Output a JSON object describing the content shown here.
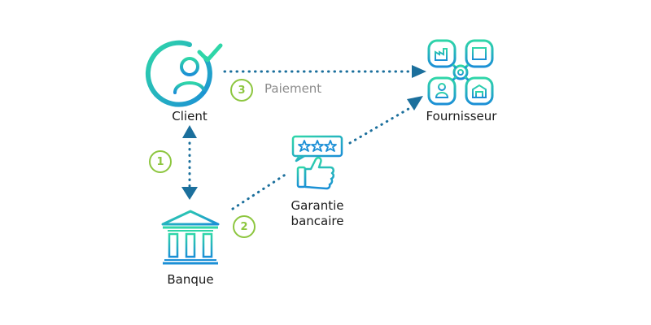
{
  "nodes": {
    "client": "Client",
    "fournisseur": "Fournisseur",
    "banque": "Banque",
    "garantie_line1": "Garantie",
    "garantie_line2": "bancaire"
  },
  "steps": [
    {
      "number": "1",
      "label": ""
    },
    {
      "number": "2",
      "label": ""
    },
    {
      "number": "3",
      "label": "Paiement"
    }
  ],
  "colors": {
    "gradient_start": "#2fd6a8",
    "gradient_end": "#1b8fd6",
    "arrow": "#1b6f9c",
    "badge": "#8dc63f",
    "step_text": "#8c8c8c"
  },
  "icons": {
    "client": "user-check-icon",
    "fournisseur": "supplier-grid-icon",
    "banque": "bank-icon",
    "garantie": "thumbs-up-rating-icon"
  }
}
